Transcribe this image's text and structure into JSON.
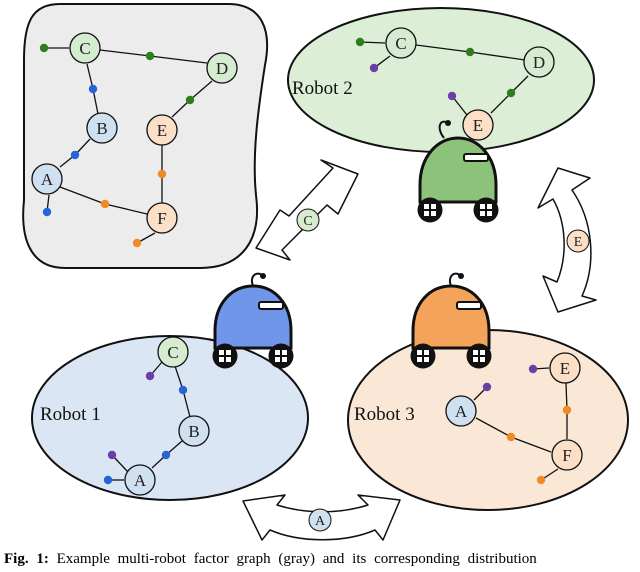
{
  "robots": {
    "r1": {
      "label": "Robot 1"
    },
    "r2": {
      "label": "Robot 2"
    },
    "r3": {
      "label": "Robot 3"
    }
  },
  "nodes": {
    "A": "A",
    "B": "B",
    "C": "C",
    "D": "D",
    "E": "E",
    "F": "F"
  },
  "arrows": {
    "c": "C",
    "e": "E",
    "a": "A"
  },
  "caption": {
    "prefix": "Fig. 1:",
    "text": "Example multi-robot factor graph (gray) and its corresponding distribution"
  },
  "colors": {
    "global_region": "#ececec",
    "robot1_region": "#dbe6f4",
    "robot2_region": "#dceed5",
    "robot3_region": "#fbe7d6",
    "node_blue": "#cfe0f1",
    "node_green": "#d6ecd0",
    "node_orange": "#fbdfc7",
    "factor_blue": "#2563d9",
    "factor_green": "#2e7d1e",
    "factor_orange": "#f08a24",
    "factor_purple": "#6a3fa6",
    "robot1_body": "#6f96e8",
    "robot2_body": "#8cc27a",
    "robot3_body": "#f4a35a"
  }
}
